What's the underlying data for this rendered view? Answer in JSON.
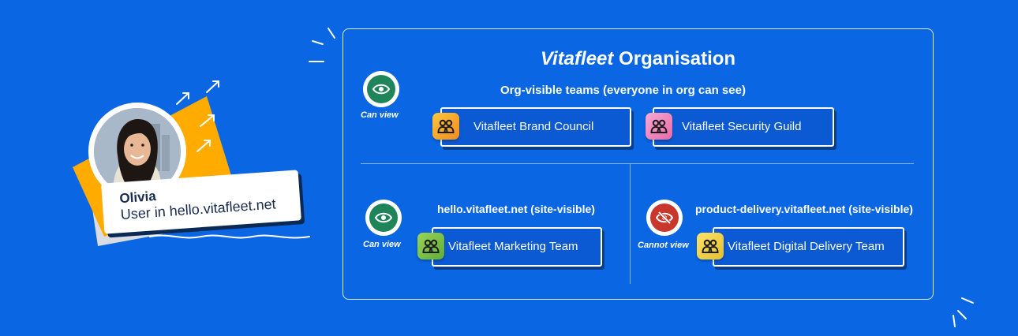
{
  "user": {
    "name": "Olivia",
    "description": "User in hello.vitafleet.net"
  },
  "organisation": {
    "brand": "Vitafleet",
    "title_suffix": " Organisation"
  },
  "org_visible": {
    "heading": "Org-visible teams (everyone in org can see)",
    "status": "Can view",
    "status_icon": "eye-icon",
    "teams": [
      {
        "name": "Vitafleet Brand Council",
        "icon": "people-icon",
        "icon_color": "#f5a623"
      },
      {
        "name": "Vitafleet Security Guild",
        "icon": "people-icon",
        "icon_color": "#f48bc5"
      }
    ]
  },
  "sites": [
    {
      "heading": "hello.vitafleet.net (site-visible)",
      "status": "Can view",
      "status_icon": "eye-icon",
      "team": {
        "name": "Vitafleet Marketing Team",
        "icon": "people-icon",
        "icon_color": "#7ec34a"
      }
    },
    {
      "heading": "product-delivery.vitafleet.net (site-visible)",
      "status": "Cannot view",
      "status_icon": "eye-off-icon",
      "team": {
        "name": "Vitafleet Digital Delivery Team",
        "icon": "people-icon",
        "icon_color": "#f2d54e"
      }
    }
  ],
  "colors": {
    "background": "#0b66e4",
    "can_view": "#1f845a",
    "cannot_view": "#c9372c",
    "accent": "#ffab00"
  }
}
